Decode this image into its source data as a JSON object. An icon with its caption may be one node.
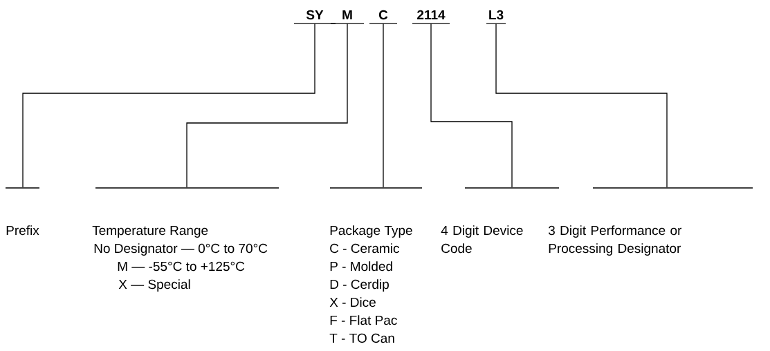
{
  "diagram": {
    "nodes": [
      {
        "text": [
          "SY"
        ]
      },
      {
        "text": [
          "M"
        ]
      },
      {
        "text": [
          "C"
        ]
      },
      {
        "text": [
          "2114"
        ]
      },
      {
        "text": [
          "L3"
        ]
      },
      {
        "text": [],
        "shape": "bar",
        "beside": [
          "Prefix"
        ]
      },
      {
        "text": [],
        "shape": "bar",
        "beside": [
          "Temperature Range",
          "No Designator — 0°C to 70°C",
          "M —  -55°C to +125°C",
          "X —  Special"
        ]
      },
      {
        "text": [],
        "shape": "bar",
        "beside": [
          "Package Type",
          "C - Ceramic",
          "P - Molded",
          "D - Cerdip",
          "X - Dice",
          "F - Flat Pac",
          "T - TO Can"
        ]
      },
      {
        "text": [],
        "shape": "bar",
        "beside": [
          "4 Digit Device Code"
        ]
      },
      {
        "text": [],
        "shape": "bar",
        "beside": [
          "3 Digit Performance or Processing Designator"
        ]
      }
    ],
    "edges": [
      {
        "from": 0,
        "to": 5,
        "arrow": "none"
      },
      {
        "from": 1,
        "to": 6,
        "arrow": "none"
      },
      {
        "from": 2,
        "to": 7,
        "arrow": "none"
      },
      {
        "from": 3,
        "to": 8,
        "arrow": "none"
      },
      {
        "from": 4,
        "to": 9,
        "arrow": "none"
      }
    ]
  }
}
